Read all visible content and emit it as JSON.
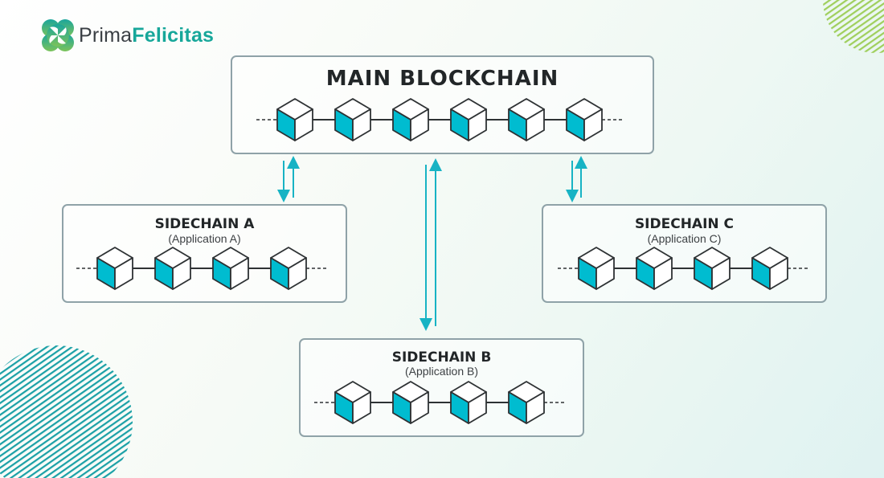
{
  "brand": {
    "name_part1": "Prima",
    "name_part2": "Felicitas",
    "logo_icon": "pinwheel-logo-icon",
    "colors": {
      "primary": "#17a79a",
      "gradient_start": "#1aa59c",
      "gradient_end": "#7cc35a"
    }
  },
  "colors": {
    "cube_accent": "#00bcd0",
    "cube_stroke": "#2e3234",
    "arrow": "#17b3c4",
    "panel_border": "#8fa2a8",
    "deco_teal": "#1aa0a6",
    "deco_green": "#9fcf5c"
  },
  "diagram": {
    "main": {
      "title": "MAIN BLOCKCHAIN",
      "blocks": 6
    },
    "sidechains": [
      {
        "id": "A",
        "title": "SIDECHAIN A",
        "subtitle": "(Application A)",
        "blocks": 4
      },
      {
        "id": "B",
        "title": "SIDECHAIN B",
        "subtitle": "(Application B)",
        "blocks": 4
      },
      {
        "id": "C",
        "title": "SIDECHAIN C",
        "subtitle": "(Application C)",
        "blocks": 4
      }
    ],
    "connections": [
      {
        "from": "MAIN",
        "to": "SIDECHAIN A",
        "type": "two-way-peg"
      },
      {
        "from": "MAIN",
        "to": "SIDECHAIN B",
        "type": "two-way-peg"
      },
      {
        "from": "MAIN",
        "to": "SIDECHAIN C",
        "type": "two-way-peg"
      }
    ]
  }
}
